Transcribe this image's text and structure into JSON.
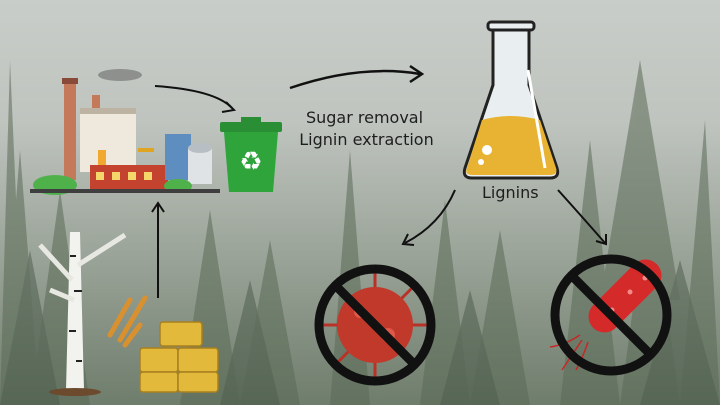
{
  "process": {
    "step_line1": "Sugar removal",
    "step_line2": "Lignin extraction",
    "product_label": "Lignins"
  },
  "colors": {
    "lignin_liquid": "#e8b332",
    "no_sign": "#111111",
    "virus": "#c0392b",
    "bacteria": "#d42a2a",
    "bin": "#2ea43a"
  }
}
